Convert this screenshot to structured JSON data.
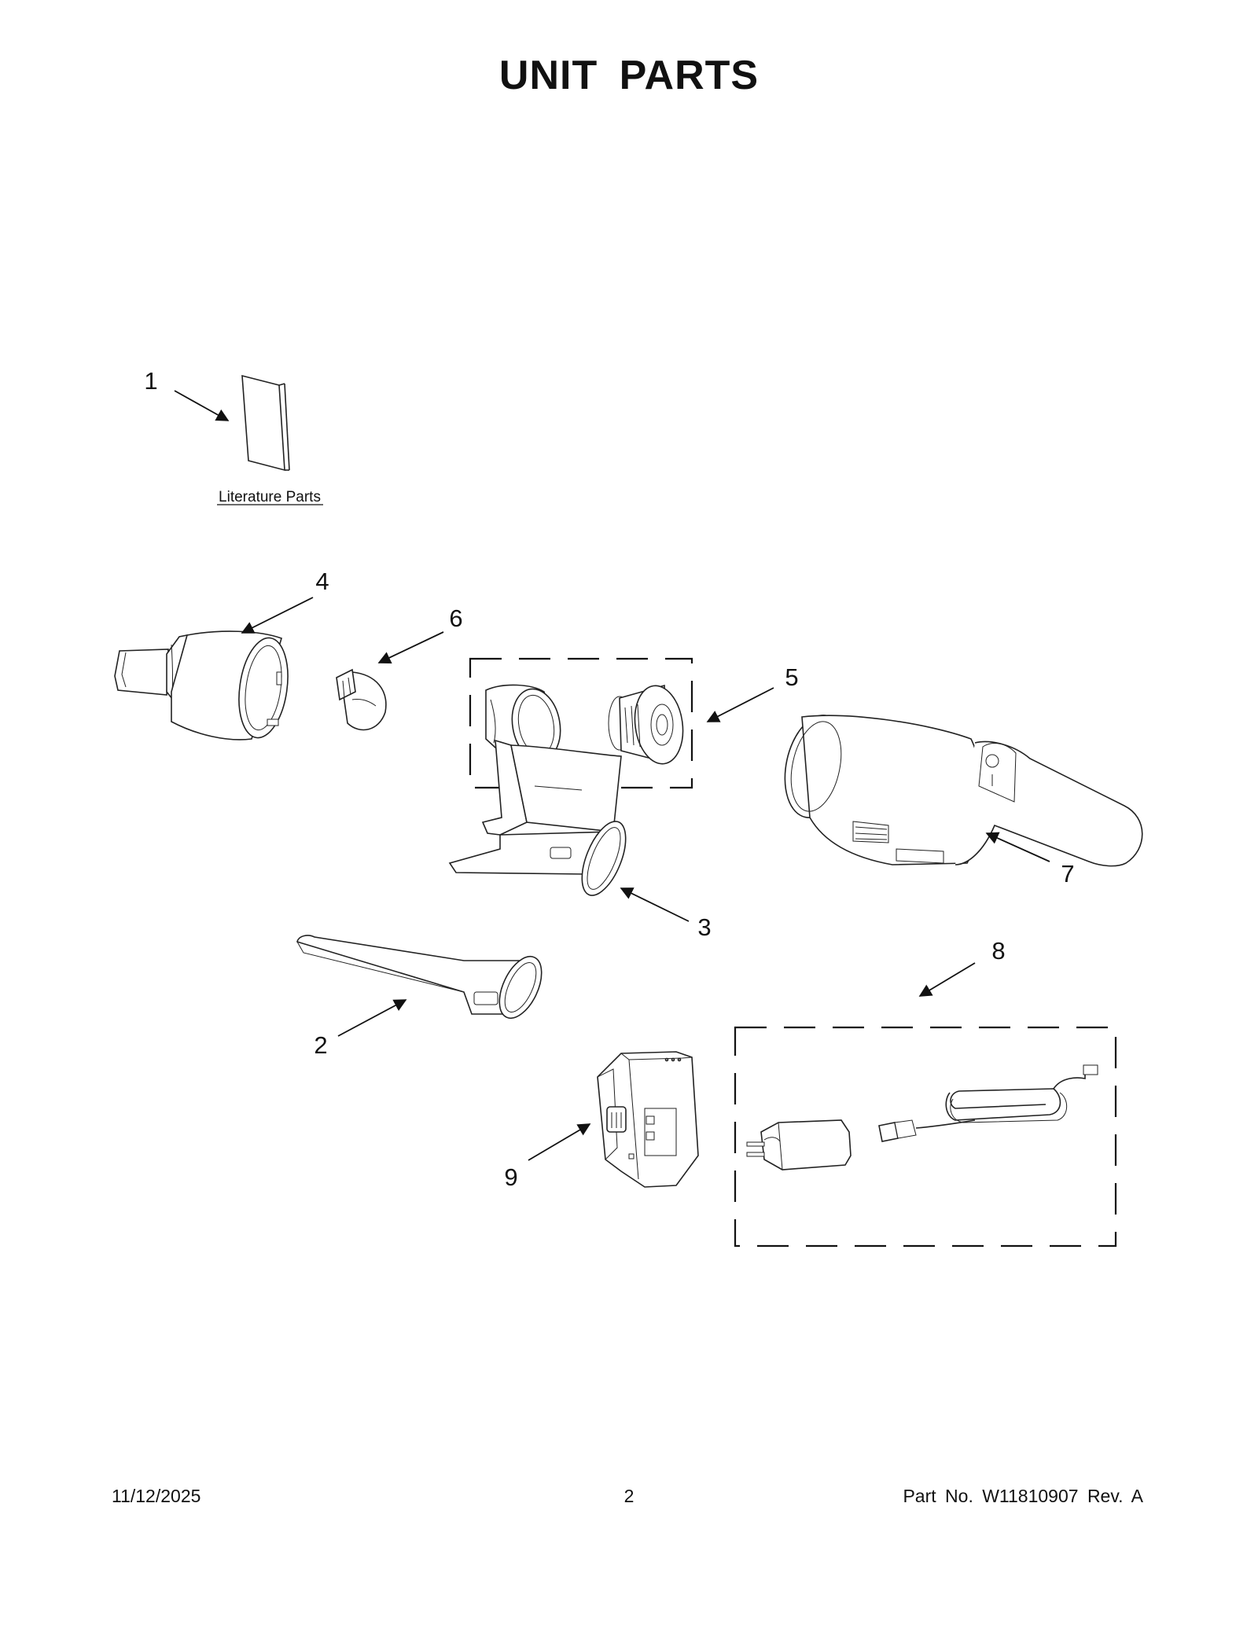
{
  "page": {
    "title": "UNIT PARTS",
    "footer": {
      "date": "11/12/2025",
      "page_number": "2",
      "part_number": "Part No.  W11810907  Rev.  A"
    }
  },
  "literature": {
    "caption": "Literature Parts"
  },
  "callouts": [
    {
      "id": "c1",
      "label": "1"
    },
    {
      "id": "c2",
      "label": "2"
    },
    {
      "id": "c3",
      "label": "3"
    },
    {
      "id": "c4",
      "label": "4"
    },
    {
      "id": "c5",
      "label": "5"
    },
    {
      "id": "c6",
      "label": "6"
    },
    {
      "id": "c7",
      "label": "7"
    },
    {
      "id": "c8",
      "label": "8"
    },
    {
      "id": "c9",
      "label": "9"
    }
  ]
}
